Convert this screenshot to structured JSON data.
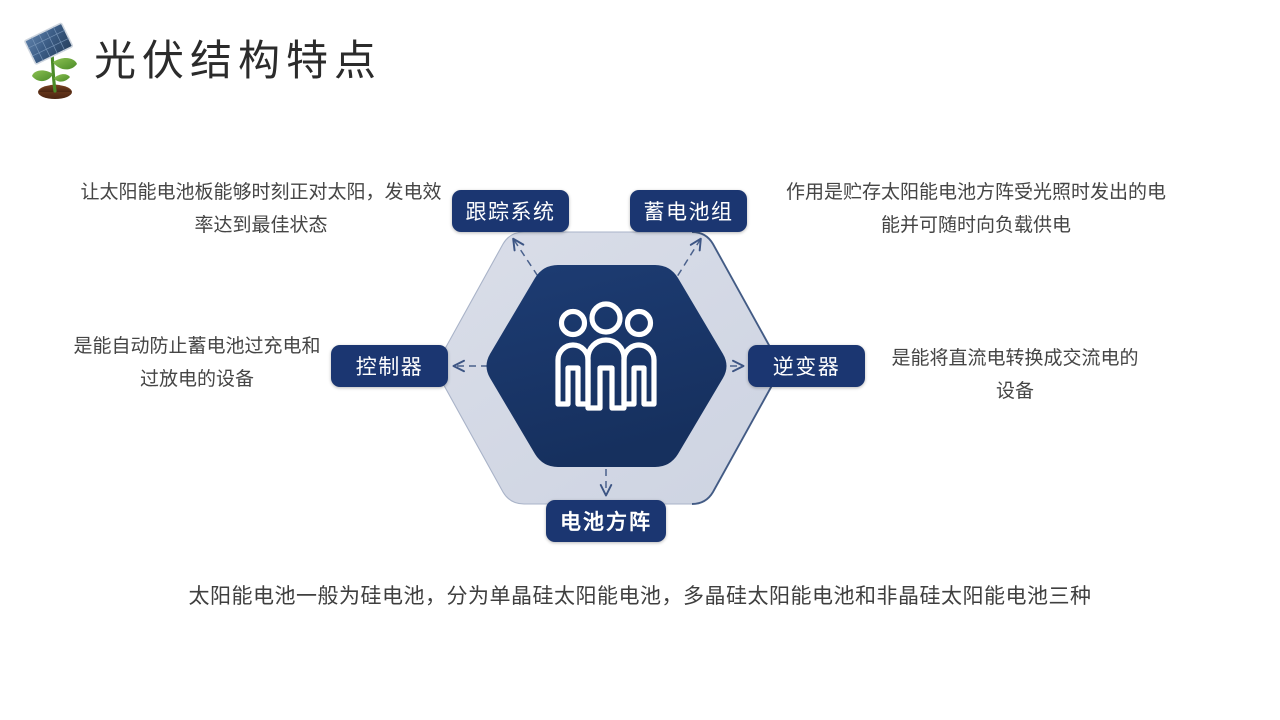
{
  "slide": {
    "title": "光伏结构特点",
    "title_icon": "solar-panel-sprout-icon",
    "background_color": "#ffffff",
    "accent_color": "#1b3671",
    "outer_shape_color": "#d5dae6",
    "center_shape_color": "#1b3a6b"
  },
  "diagram": {
    "center_icon": "three-people-icon",
    "nodes": [
      {
        "id": "tracking",
        "label": "跟踪系统",
        "position": "top-left",
        "description": "让太阳能电池板能够时刻正对太阳，发电效率达到最佳状态"
      },
      {
        "id": "battery",
        "label": "蓄电池组",
        "position": "top-right",
        "description": "作用是贮存太阳能电池方阵受光照时发出的电能并可随时向负载供电"
      },
      {
        "id": "controller",
        "label": "控制器",
        "position": "middle-left",
        "description": "是能自动防止蓄电池过充电和过放电的设备"
      },
      {
        "id": "inverter",
        "label": "逆变器",
        "position": "middle-right",
        "description": "是能将直流电转换成交流电的设备"
      },
      {
        "id": "array",
        "label": "电池方阵",
        "position": "bottom",
        "description": ""
      }
    ],
    "connectors": [
      {
        "from": "center",
        "to": "tracking",
        "style": "dashed-arrow"
      },
      {
        "from": "center",
        "to": "battery",
        "style": "dashed-arrow"
      },
      {
        "from": "center",
        "to": "controller",
        "style": "dashed-arrow"
      },
      {
        "from": "center",
        "to": "inverter",
        "style": "dashed-arrow"
      },
      {
        "from": "center",
        "to": "array",
        "style": "dashed-arrow"
      }
    ]
  },
  "caption": "太阳能电池一般为硅电池，分为单晶硅太阳能电池，多晶硅太阳能电池和非晶硅太阳能电池三种"
}
